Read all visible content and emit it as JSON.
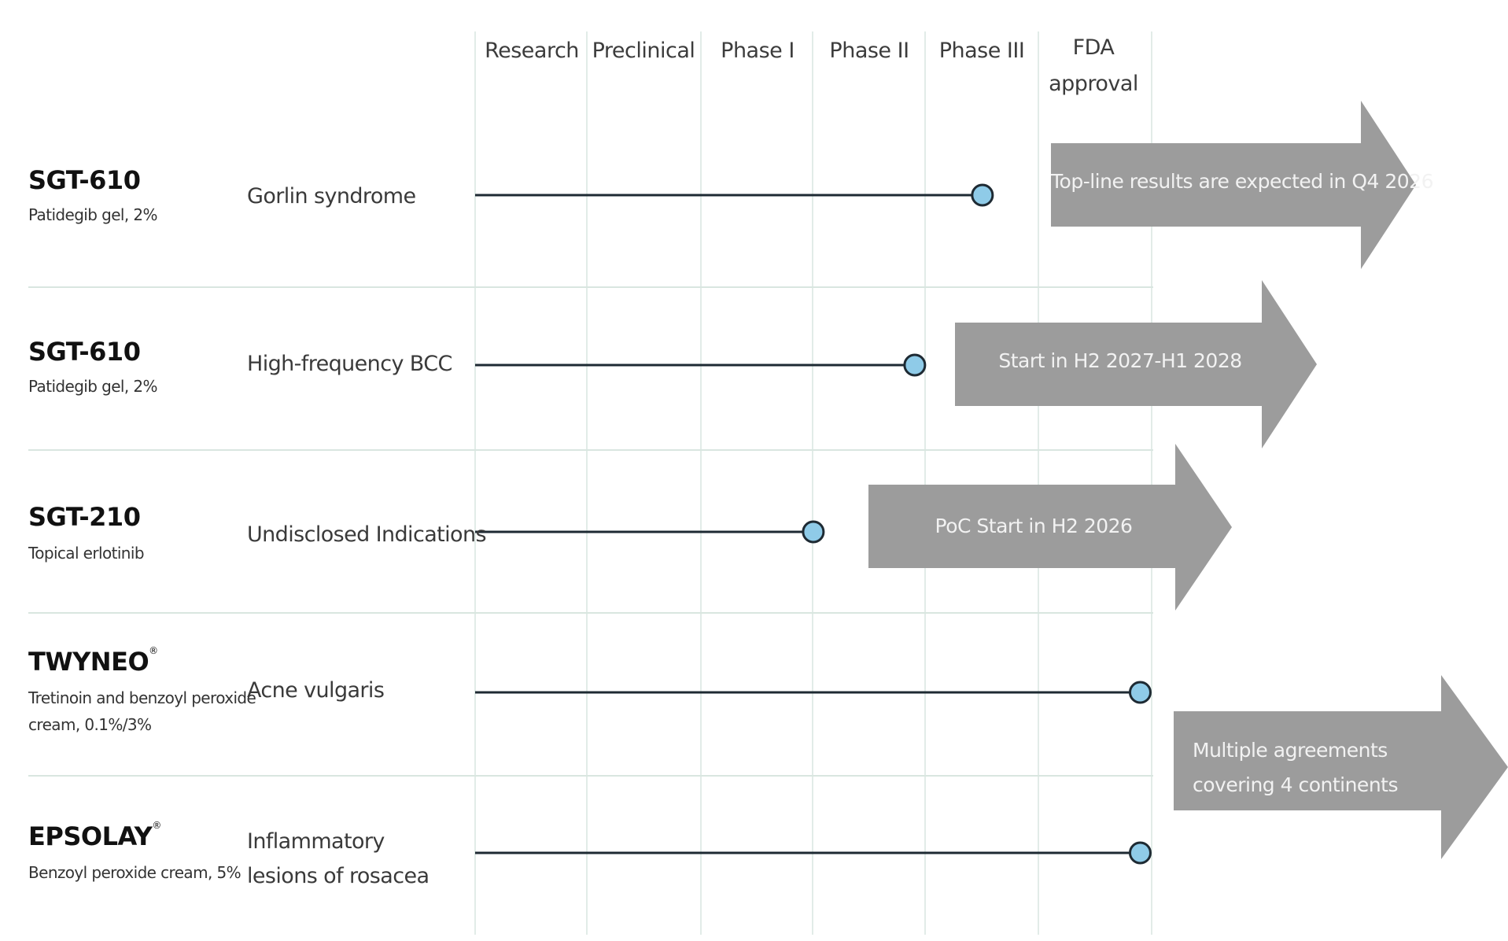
{
  "phases": [
    "Research",
    "Preclinical",
    "Phase I",
    "Phase II",
    "Phase III",
    "FDA approval"
  ],
  "programs": [
    {
      "name": "SGT-610",
      "trademark": false,
      "description": "Patidegib gel, 2%",
      "indication": "Gorlin syndrome",
      "progress_phase_index": 4.5
    },
    {
      "name": "SGT-610",
      "trademark": false,
      "description": "Patidegib gel, 2%",
      "indication": "High-frequency BCC",
      "progress_phase_index": 3.9
    },
    {
      "name": "SGT-210",
      "trademark": false,
      "description": "Topical erlotinib",
      "indication": "Undisclosed Indications",
      "progress_phase_index": 3.0
    },
    {
      "name": "TWYNEO",
      "trademark": true,
      "trademark_symbol": "®",
      "description": "Tretinoin and benzoyl peroxide cream, 0.1%/3%",
      "description_lines": [
        "Tretinoin and benzoyl peroxide",
        "cream, 0.1%/3%"
      ],
      "indication": "Acne vulgaris",
      "progress_phase_index": 5.9
    },
    {
      "name": "EPSOLAY",
      "trademark": true,
      "trademark_symbol": "®",
      "description": "Benzoyl peroxide cream, 5%",
      "indication": "Inflammatory lesions of rosacea",
      "indication_lines": [
        "Inflammatory",
        "lesions of rosacea"
      ],
      "progress_phase_index": 5.9
    }
  ],
  "callouts": [
    {
      "text": "Top-line results are expected in Q4 2026",
      "applies_to": [
        0
      ]
    },
    {
      "text": "Start in H2 2027-H1 2028",
      "applies_to": [
        1
      ]
    },
    {
      "text": "PoC Start in H2 2026",
      "applies_to": [
        2
      ]
    },
    {
      "text": "Multiple agreements covering 4 continents",
      "lines": [
        "Multiple agreements",
        "covering 4 continents"
      ],
      "applies_to": [
        3,
        4
      ]
    }
  ],
  "colors": {
    "marker_fill": "#8fcbe8",
    "marker_stroke": "#1e2a33",
    "progress_line": "#1e2a33",
    "grid_line": "#d9e6e0",
    "arrow_fill": "#9c9c9c",
    "arrow_text": "#f2f2f2"
  }
}
